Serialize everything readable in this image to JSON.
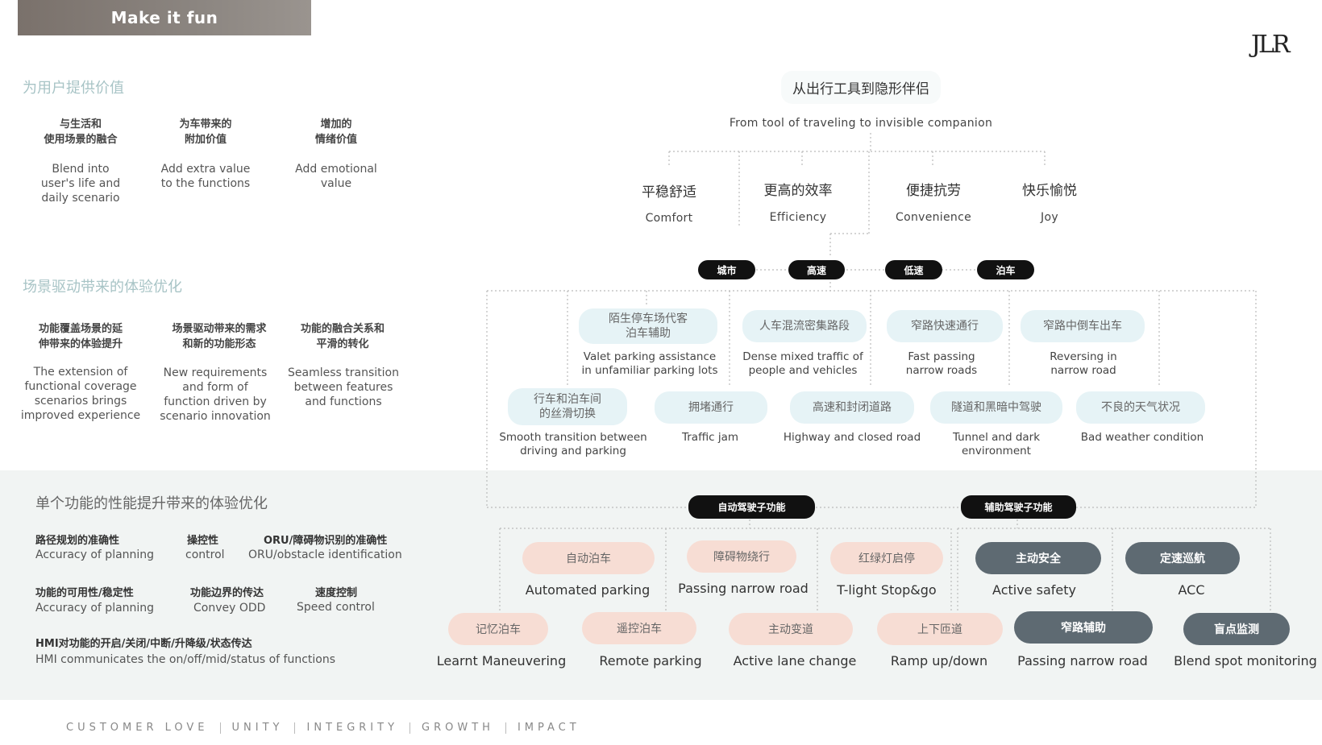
{
  "header": {
    "banner": "Make it fun",
    "logo": "JLR"
  },
  "section1": {
    "title": "为用户提供价值",
    "columns": [
      {
        "zh": "与生活和\n使用场景的融合",
        "en": "Blend into\nuser's life and\ndaily scenario"
      },
      {
        "zh": "为车带来的\n附加价值",
        "en": "Add extra value\nto the functions"
      },
      {
        "zh": "增加的\n情绪价值",
        "en": "Add emotional\nvalue"
      }
    ]
  },
  "section2": {
    "title": "场景驱动带来的体验优化",
    "columns": [
      {
        "zh": "功能覆盖场景的延\n伸带来的体验提升",
        "en": "The extension of\nfunctional coverage\nscenarios brings\nimproved experience"
      },
      {
        "zh": "场景驱动带来的需求\n和新的功能形态",
        "en": "New requirements\nand form of\nfunction driven by\nscenario innovation"
      },
      {
        "zh": "功能的融合关系和\n平滑的转化",
        "en": "Seamless transition\nbetween features\nand functions"
      }
    ]
  },
  "section3": {
    "title": "单个功能的性能提升带来的体验优化",
    "rows": [
      [
        {
          "zh": "路径规划的准确性",
          "en": "Accuracy of planning"
        },
        {
          "zh": "操控性",
          "en": "control"
        },
        {
          "zh": "ORU/障碍物识别的准确性",
          "en": "ORU/obstacle identification"
        }
      ],
      [
        {
          "zh": "功能的可用性/稳定性",
          "en": "Accuracy of planning"
        },
        {
          "zh": "功能边界的传达",
          "en": "Convey ODD"
        },
        {
          "zh": "速度控制",
          "en": "Speed control"
        }
      ],
      [
        {
          "zh": "HMI对功能的开启/关闭/中断/升降级/状态传达",
          "en": "HMI communicates the on/off/mid/status of functions"
        }
      ]
    ]
  },
  "tree": {
    "root": {
      "zh": "从出行工具到隐形伴侣",
      "en": "From tool of traveling to invisible companion"
    },
    "values": [
      {
        "zh": "平稳舒适",
        "en": "Comfort"
      },
      {
        "zh": "更高的效率",
        "en": "Efficiency"
      },
      {
        "zh": "便捷抗劳",
        "en": "Convenience"
      },
      {
        "zh": "快乐愉悦",
        "en": "Joy"
      }
    ],
    "contexts": [
      "城市",
      "高速",
      "低速",
      "泊车"
    ],
    "scenarios_row1": [
      {
        "zh": "陌生停车场代客\n泊车辅助",
        "en": "Valet parking assistance\nin unfamiliar parking lots"
      },
      {
        "zh": "人车混流密集路段",
        "en": "Dense mixed traffic of\npeople and vehicles"
      },
      {
        "zh": "窄路快速通行",
        "en": "Fast passing\nnarrow roads"
      },
      {
        "zh": "窄路中倒车出车",
        "en": "Reversing in\nnarrow road"
      }
    ],
    "scenarios_row2": [
      {
        "zh": "行车和泊车间\n的丝滑切换",
        "en": "Smooth transition between\ndriving and parking"
      },
      {
        "zh": "拥堵通行",
        "en": "Traffic jam"
      },
      {
        "zh": "高速和封闭道路",
        "en": "Highway and closed road"
      },
      {
        "zh": "隧道和黑暗中驾驶",
        "en": "Tunnel and dark\nenvironment"
      },
      {
        "zh": "不良的天气状况",
        "en": "Bad weather condition"
      }
    ],
    "groups": [
      "自动驾驶子功能",
      "辅助驾驶子功能"
    ],
    "functions_row1": [
      {
        "zh": "自动泊车",
        "en": "Automated parking",
        "style": "peach"
      },
      {
        "zh": "障碍物绕行",
        "en": "Passing narrow road",
        "style": "peach"
      },
      {
        "zh": "红绿灯启停",
        "en": "T-light Stop&go",
        "style": "peach"
      },
      {
        "zh": "主动安全",
        "en": "Active safety",
        "style": "gray"
      },
      {
        "zh": "定速巡航",
        "en": "ACC",
        "style": "gray"
      }
    ],
    "functions_row2": [
      {
        "zh": "记忆泊车",
        "en": "Learnt Maneuvering",
        "style": "peach"
      },
      {
        "zh": "遥控泊车",
        "en": "Remote parking",
        "style": "peach"
      },
      {
        "zh": "主动变道",
        "en": "Active lane change",
        "style": "peach"
      },
      {
        "zh": "上下匝道",
        "en": "Ramp up/down",
        "style": "peach"
      },
      {
        "zh": "窄路辅助",
        "en": "Passing narrow road",
        "style": "gray"
      },
      {
        "zh": "盲点监测",
        "en": "Blend spot monitoring",
        "style": "gray"
      }
    ]
  },
  "footer": [
    "CUSTOMER LOVE",
    "UNITY",
    "INTEGRITY",
    "GROWTH",
    "IMPACT"
  ],
  "colors": {
    "teal_title": "#a8c4c6",
    "bubble": "#e6f3f6",
    "peach": "#f7ddd4",
    "gray": "#5e6a72",
    "lower_bg": "#f1f4f3"
  }
}
